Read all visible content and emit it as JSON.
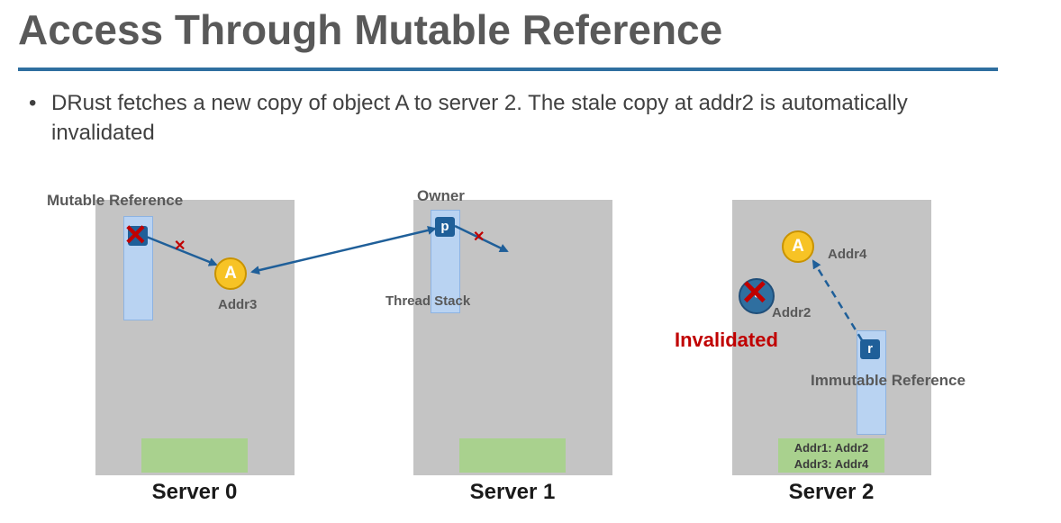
{
  "slide": {
    "title": "Access Through Mutable Reference",
    "bullet_marker": "•",
    "bullet_text": "DRust fetches a new copy of object A to server 2. The stale copy at addr2 is automatically invalidated"
  },
  "servers": [
    {
      "name": "Server 0",
      "stack_label": "Mutable Reference",
      "object_label": "A",
      "object_addr": "Addr3"
    },
    {
      "name": "Server 1",
      "stack_label": "Owner",
      "pointer_label": "p",
      "stack_caption": "Thread Stack"
    },
    {
      "name": "Server 2",
      "object_label": "A",
      "object_addr": "Addr4",
      "stale_addr": "Addr2",
      "stale_status": "Invalidated",
      "pointer_label": "r",
      "ref_label": "Immutable Reference",
      "heap_entries": [
        "Addr1: Addr2",
        "Addr3: Addr4"
      ]
    }
  ],
  "colors": {
    "server_bg": "#c4c4c4",
    "stack": "#b9d3f2",
    "heap": "#a9d18e",
    "pointer": "#1f5f99",
    "object": "#f7c325",
    "invalid": "#c00000",
    "rule": "#2f6fa0"
  },
  "icons": {
    "invalid_marker": "red-x-icon",
    "arrow": "arrow-icon"
  }
}
